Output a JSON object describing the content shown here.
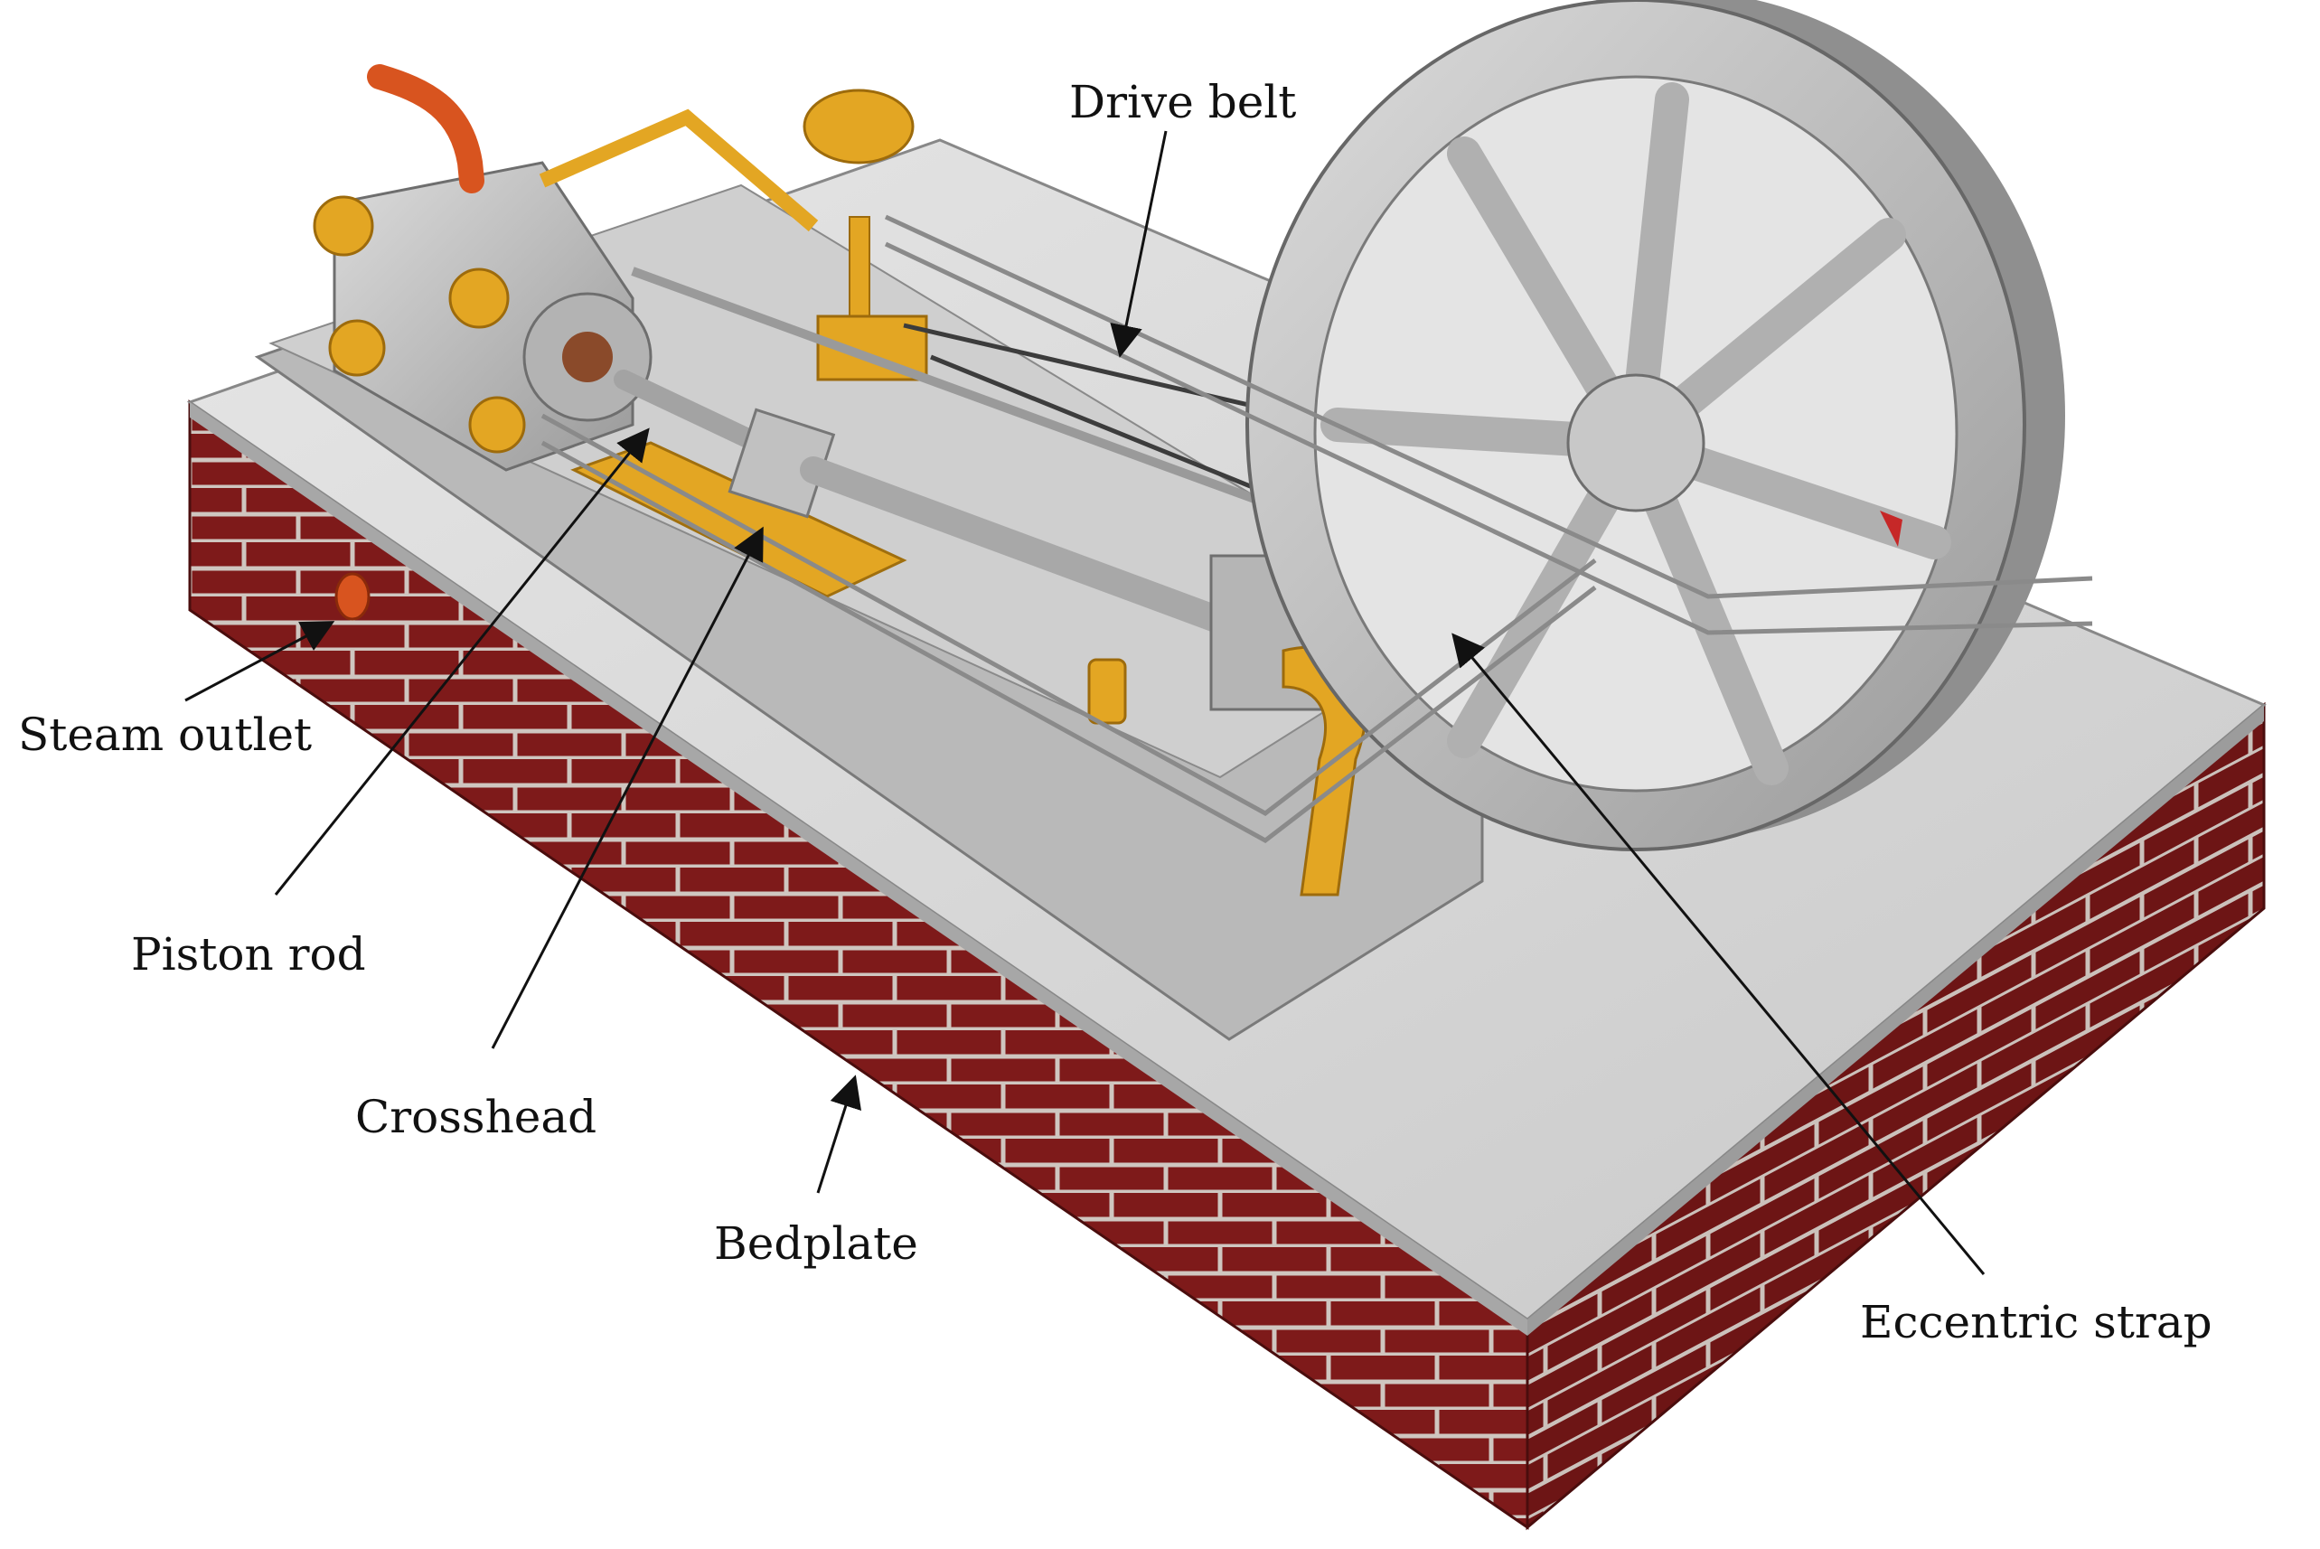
{
  "labels": {
    "drive_belt": "Drive belt",
    "steam_outlet": "Steam outlet",
    "piston_rod": "Piston rod",
    "crosshead": "Crosshead",
    "bedplate": "Bedplate",
    "eccentric_strap": "Eccentric strap"
  },
  "colors": {
    "brick": "#7e1a1a",
    "mortar": "#cfc6c0",
    "steel": "#c4c4c4",
    "steel_dark": "#8e8e8e",
    "plate": "#d8d8d8",
    "brass": "#e3a623",
    "pipe": "#d8541f"
  }
}
